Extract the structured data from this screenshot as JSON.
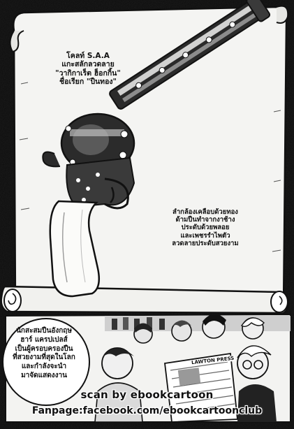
{
  "captions": {
    "top": "โคลท์ S.A.A\nแกะสลักลวดลาย\n\"วากิกาเร็ต ฮ็อกกิ้น\"\nชื่อเรียก \"ปืนทอง\"",
    "middle": "ลำกล้องเคลือบด้วยทอง\nด้ามปืนทำจากงาช้าง\nประดับด้วยพลอย\nและเพชรรำไพตัว\nลวดลายประดับสวยงาม",
    "bottom": "นักสะสมปืนอังกฤษ\nฮาร์ แครปเปลส์\nเป็นผู้ครอบครองปืน\nที่สวยงามที่สุดในโลก\nและกำลังจะนำ\nมาจัดแสดงงาน"
  },
  "newspaper": {
    "masthead": "LAWTON PRESS"
  },
  "credits": {
    "scan": "scan by ebookcartoon",
    "fanpage": "Fanpage:facebook.com/ebookcartoonclub"
  },
  "colors": {
    "ink": "#111111",
    "paper": "#f4f4f2",
    "grain": "#8a8a8a"
  }
}
